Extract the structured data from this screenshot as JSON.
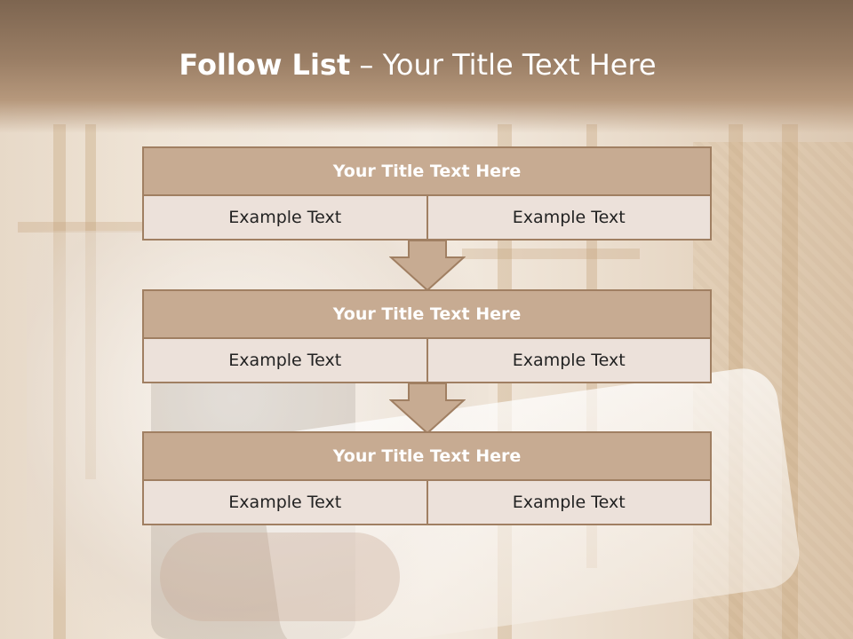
{
  "slide": {
    "title_strong": "Follow List",
    "title_rest": " – Your Title Text Here"
  },
  "steps": [
    {
      "title": "Your Title Text Here",
      "left": "Example Text",
      "right": "Example Text"
    },
    {
      "title": "Your Title Text Here",
      "left": "Example Text",
      "right": "Example Text"
    },
    {
      "title": "Your Title Text Here",
      "left": "Example Text",
      "right": "Example Text"
    }
  ],
  "colors": {
    "header_dark": "#7d6550",
    "block_title_bg": "#c7ab92",
    "block_border": "#a07f62",
    "cell_bg": "#ece1da"
  }
}
